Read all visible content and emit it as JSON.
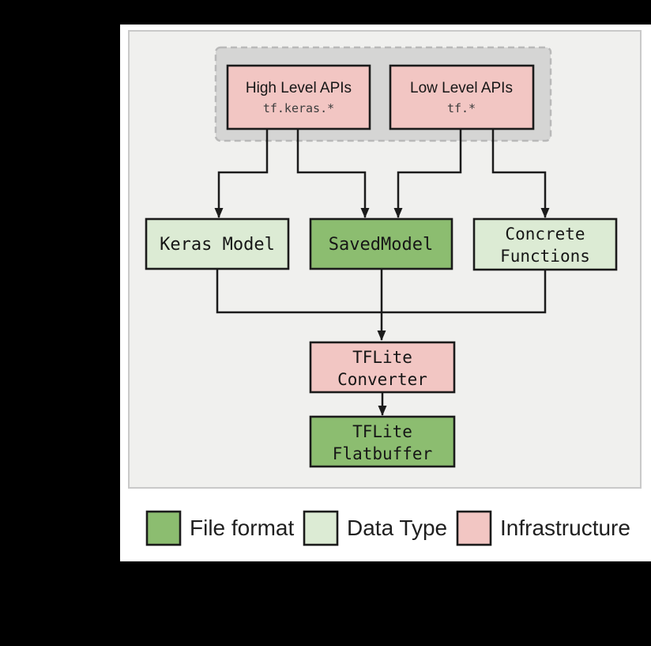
{
  "figure": {
    "title_hint": "TFLite conversion flow diagram",
    "background": "#000000",
    "panel_background": "#ffffff",
    "canvas_background": "#f0f0ee",
    "canvas_border": "#c9c9c9",
    "line_color": "#1b1b1b"
  },
  "colors": {
    "file_format": "#8cbd70",
    "data_type": "#dcebd4",
    "infrastructure": "#f2c6c3",
    "group_fill": "#d5d5d4",
    "group_border": "#b9b9b9"
  },
  "diagram": {
    "nodes": {
      "high_api": {
        "title": "High Level APIs",
        "code": "tf.keras.*",
        "category": "Infrastructure"
      },
      "low_api": {
        "title": "Low Level APIs",
        "code": "tf.*",
        "category": "Infrastructure"
      },
      "keras_model": {
        "label": "Keras Model",
        "category": "Data Type"
      },
      "saved_model": {
        "label": "SavedModel",
        "category": "File format"
      },
      "concrete_functions": {
        "line1": "Concrete",
        "line2": "Functions",
        "category": "Data Type"
      },
      "tflite_converter": {
        "line1": "TFLite",
        "line2": "Converter",
        "category": "Infrastructure"
      },
      "tflite_flatbuffer": {
        "line1": "TFLite",
        "line2": "Flatbuffer",
        "category": "File format"
      }
    },
    "edges": [
      {
        "from": "high_api",
        "to": "keras_model"
      },
      {
        "from": "high_api",
        "to": "saved_model"
      },
      {
        "from": "low_api",
        "to": "saved_model"
      },
      {
        "from": "low_api",
        "to": "concrete_functions"
      },
      {
        "from": "keras_model",
        "to": "tflite_converter"
      },
      {
        "from": "saved_model",
        "to": "tflite_converter"
      },
      {
        "from": "concrete_functions",
        "to": "tflite_converter"
      },
      {
        "from": "tflite_converter",
        "to": "tflite_flatbuffer"
      }
    ]
  },
  "legend": {
    "items": [
      {
        "label": "File format",
        "color": "#8cbd70"
      },
      {
        "label": "Data Type",
        "color": "#dcebd4"
      },
      {
        "label": "Infrastructure",
        "color": "#f2c6c3"
      }
    ]
  }
}
